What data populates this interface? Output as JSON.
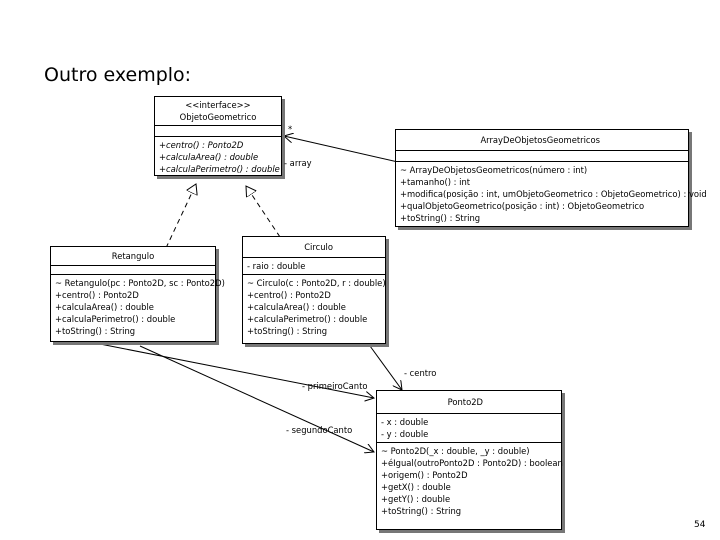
{
  "title": "Outro exemplo:",
  "page_number": "54",
  "classes": {
    "objeto": {
      "stereotype": "<<interface>>",
      "name": "ObjetoGeometrico",
      "methods": [
        "+centro() : Ponto2D",
        "+calculaArea() : double",
        "+calculaPerimetro() : double"
      ]
    },
    "array": {
      "name": "ArrayDeObjetosGeometricos",
      "methods": [
        "~ ArrayDeObjetosGeometricos(número : int)",
        "+tamanho() : int",
        "+modifica(posição : int, umObjetoGeometrico : ObjetoGeometrico) : void",
        "+qualObjetoGeometrico(posição : int) : ObjetoGeometrico",
        "+toString() : String"
      ]
    },
    "retangulo": {
      "name": "Retangulo",
      "methods": [
        "~ Retangulo(pc : Ponto2D, sc : Ponto2D)",
        "+centro() : Ponto2D",
        "+calculaArea() : double",
        "+calculaPerimetro() : double",
        "+toString() : String"
      ]
    },
    "circulo": {
      "name": "Circulo",
      "attributes": [
        "- raio : double"
      ],
      "methods": [
        "~ Circulo(c : Ponto2D, r : double)",
        "+centro() : Ponto2D",
        "+calculaArea() : double",
        "+calculaPerimetro() : double",
        "+toString() : String"
      ]
    },
    "ponto": {
      "name": "Ponto2D",
      "attributes": [
        "- x : double",
        "- y : double"
      ],
      "methods": [
        "~ Ponto2D(_x : double, _y : double)",
        "+éIgual(outroPonto2D : Ponto2D) : boolean",
        "+origem() : Ponto2D",
        "+getX() : double",
        "+getY() : double",
        "+toString() : String"
      ]
    }
  },
  "labels": {
    "star": "*",
    "array": "- array",
    "centro": "- centro",
    "primeiro": "- primeiroCanto",
    "segundo": "- segundoCanto"
  }
}
